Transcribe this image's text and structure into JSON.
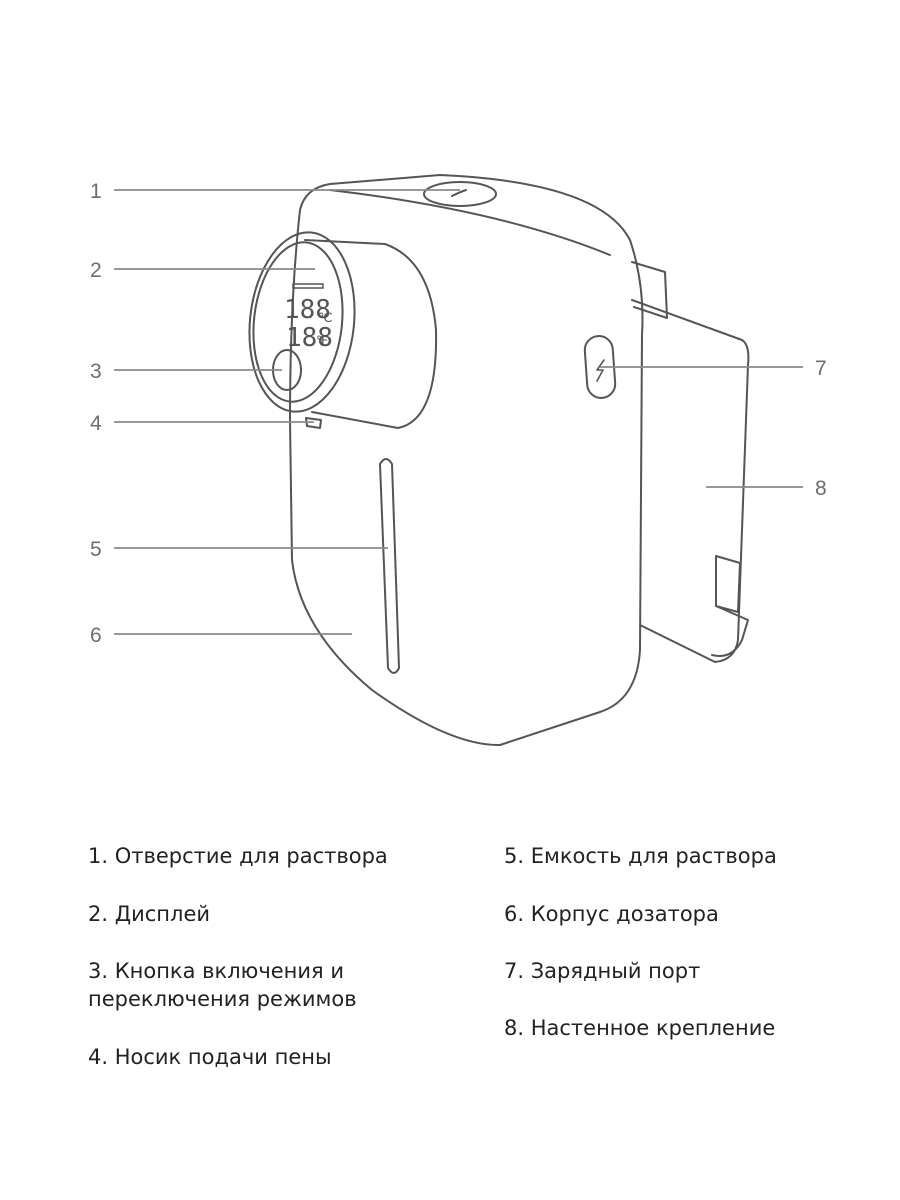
{
  "callouts": [
    "1",
    "2",
    "3",
    "4",
    "5",
    "6",
    "7",
    "8"
  ],
  "display": {
    "row1": "188",
    "row2": "188",
    "unit_c": "℃",
    "unit_f": "℉"
  },
  "legend": {
    "item1": "1. Отверстие для раствора",
    "item2": "2. Дисплей",
    "item3_line1": "3. Кнопка включения и",
    "item3_line2": "переключения режимов",
    "item4": "4. Носик подачи пены",
    "item5": "5. Емкость для раствора",
    "item6": "6. Корпус дозатора",
    "item7": "7. Зарядный порт",
    "item8": "8. Настенное крепление"
  },
  "colors": {
    "outline": "#555555",
    "leader": "#8a8a8a",
    "text": "#222222",
    "callout": "#6d6d6d"
  }
}
